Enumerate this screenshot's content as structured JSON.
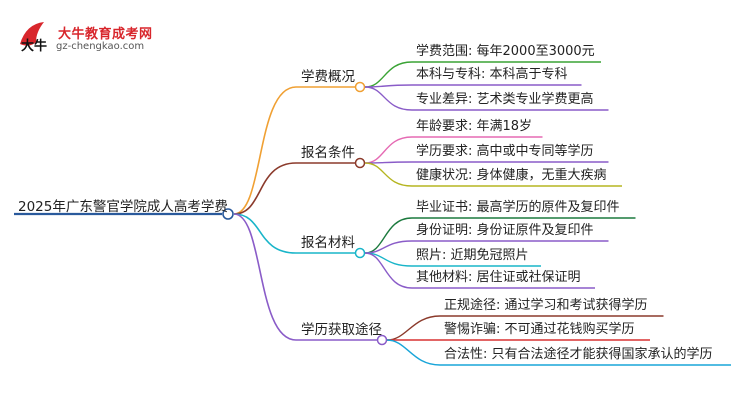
{
  "logo": {
    "title": "大牛教育成考网",
    "url": "gz-chengkao.com",
    "mark_text": "大牛"
  },
  "root": {
    "label": "2025年广东警官学院成人高考学费"
  },
  "branches": [
    {
      "label": "学费概况",
      "color": "#f0a033",
      "children": [
        {
          "label": "学费范围: 每年2000至3000元",
          "color": "#3aa335"
        },
        {
          "label": "本科与专科: 本科高于专科",
          "color": "#8a5cc8"
        },
        {
          "label": "专业差异: 艺术类专业学费更高",
          "color": "#8a5cc8"
        }
      ]
    },
    {
      "label": "报名条件",
      "color": "#8b3a2b",
      "children": [
        {
          "label": "年龄要求: 年满18岁",
          "color": "#e56ab3"
        },
        {
          "label": "学历要求: 高中或中专同等学历",
          "color": "#8a5cc8"
        },
        {
          "label": "健康状况: 身体健康，无重大疾病",
          "color": "#b5b520"
        }
      ]
    },
    {
      "label": "报名材料",
      "color": "#19b5c9",
      "children": [
        {
          "label": "毕业证书: 最高学历的原件及复印件",
          "color": "#1c7a3e"
        },
        {
          "label": "身份证明: 身份证原件及复印件",
          "color": "#8a5cc8"
        },
        {
          "label": "照片: 近期免冠照片",
          "color": "#19b5c9"
        },
        {
          "label": "其他材料: 居住证或社保证明",
          "color": "#8a5cc8"
        }
      ]
    },
    {
      "label": "学历获取途径",
      "color": "#8a5cc8",
      "children": [
        {
          "label": "正规途径: 通过学习和考试获得学历",
          "color": "#8b3a2b"
        },
        {
          "label": "警惕诈骗: 不可通过花钱购买学历",
          "color": "#d83232"
        },
        {
          "label": "合法性: 只有合法途径才能获得国家承认的学历",
          "color": "#19a5d9"
        }
      ]
    }
  ],
  "colors": {
    "root_line": "#2a5a9c",
    "node_fill": "#ffffff"
  }
}
